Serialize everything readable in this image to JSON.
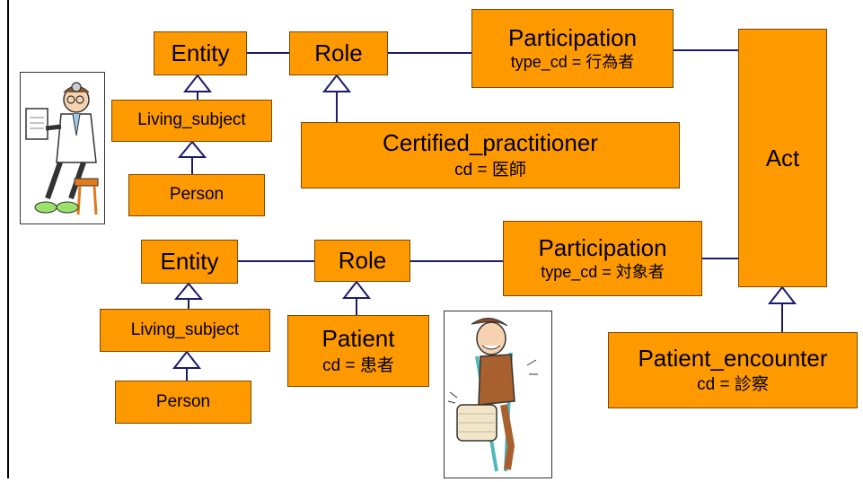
{
  "colors": {
    "box_fill": "#ff9900",
    "line": "#1a1a6e"
  },
  "top_group": {
    "entity": "Entity",
    "role": "Role",
    "participation_title": "Participation",
    "participation_type": "type_cd = 行為者",
    "living_subject": "Living_subject",
    "person": "Person",
    "role_class_title": "Certified_practitioner",
    "role_class_cd": "cd = 医師"
  },
  "act": "Act",
  "bottom_group": {
    "entity": "Entity",
    "role": "Role",
    "participation_title": "Participation",
    "participation_type": "type_cd = 対象者",
    "living_subject": "Living_subject",
    "person": "Person",
    "role_class_title": "Patient",
    "role_class_cd": "cd = 患者"
  },
  "act_subclass": {
    "title": "Patient_encounter",
    "cd": "cd = 診察"
  },
  "icons": [
    "doctor-clipart-icon",
    "patient-on-crutches-clipart-icon"
  ]
}
